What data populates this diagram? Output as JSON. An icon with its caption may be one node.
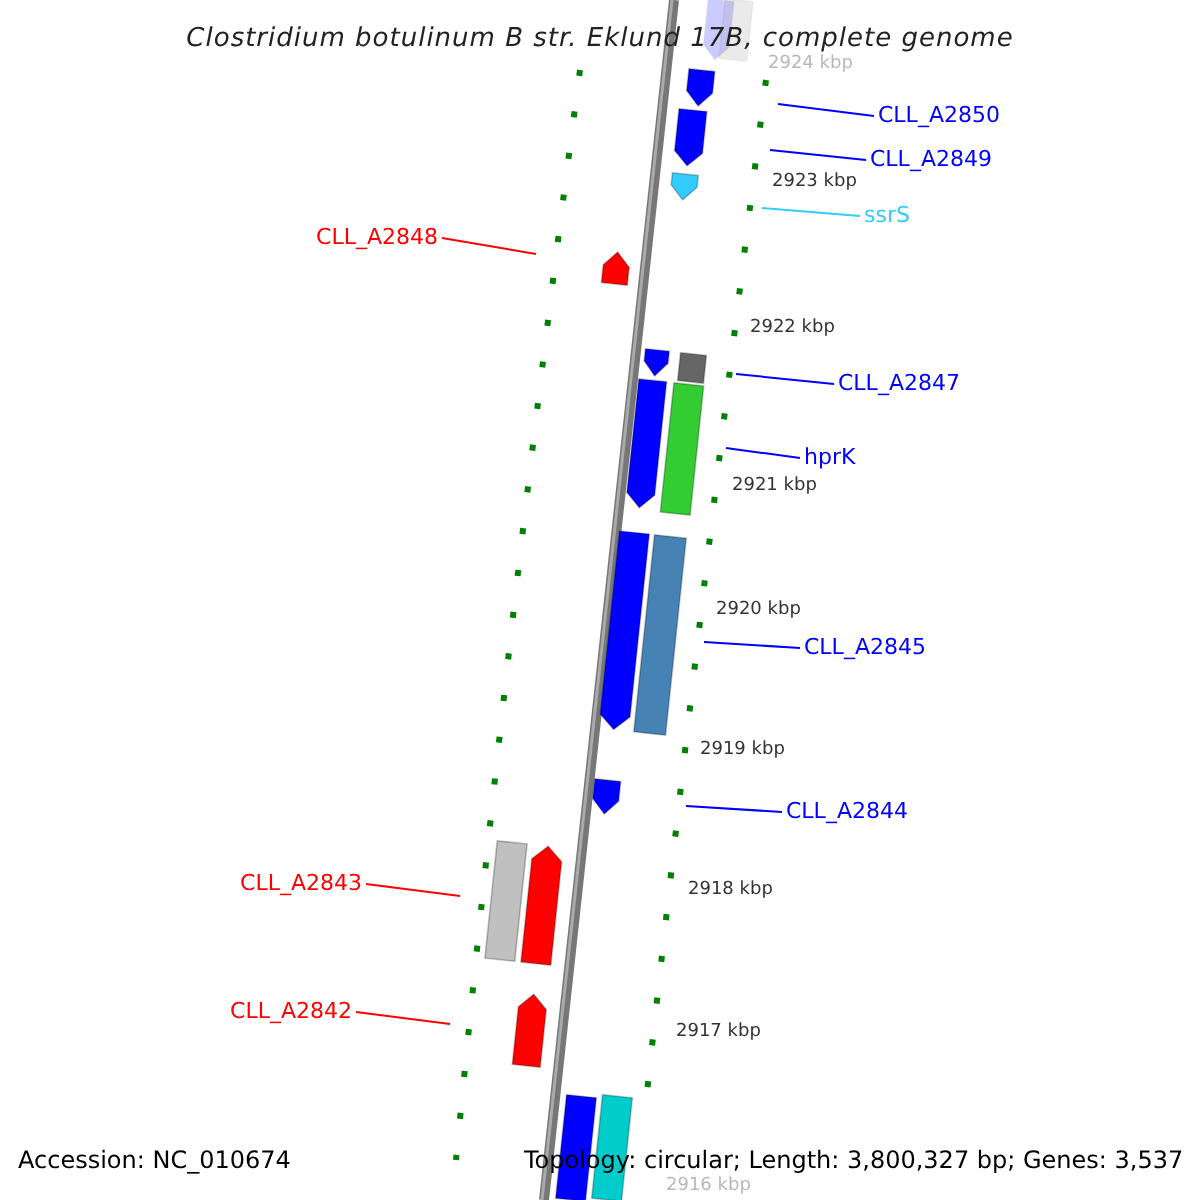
{
  "diagram": {
    "title": "Clostridium botulinum B str. Eklund 17B, complete genome",
    "nodes": [
      {
        "text": [
          "CLL_A2850"
        ]
      },
      {
        "text": [
          "CLL_A2849"
        ]
      },
      {
        "text": [
          "ssrS"
        ]
      },
      {
        "text": [
          "CLL_A2848"
        ]
      },
      {
        "text": [
          "CLL_A2847"
        ]
      },
      {
        "text": [
          "hprK"
        ]
      },
      {
        "text": [
          "CLL_A2845"
        ]
      },
      {
        "text": [
          "CLL_A2844"
        ]
      },
      {
        "text": [
          "CLL_A2843"
        ]
      },
      {
        "text": [
          "CLL_A2842"
        ]
      }
    ],
    "edges": [
      {
        "from": 0,
        "to": null,
        "arrow": "none"
      },
      {
        "from": 1,
        "to": null,
        "arrow": "none"
      },
      {
        "from": 2,
        "to": null,
        "arrow": "none",
        "color": "#33ccff"
      },
      {
        "from": 3,
        "to": null,
        "arrow": "none",
        "color": "#ff0000"
      },
      {
        "from": 4,
        "to": null,
        "arrow": "none"
      },
      {
        "from": 5,
        "to": null,
        "arrow": "none"
      },
      {
        "from": 6,
        "to": null,
        "arrow": "none"
      },
      {
        "from": 7,
        "to": null,
        "arrow": "none"
      },
      {
        "from": 8,
        "to": null,
        "arrow": "none",
        "color": "#ff0000"
      },
      {
        "from": 9,
        "to": null,
        "arrow": "none",
        "color": "#ff0000"
      }
    ],
    "labels": [
      "2924 kbp",
      "2923 kbp",
      "2922 kbp",
      "2921 kbp",
      "2920 kbp",
      "2919 kbp",
      "2918 kbp",
      "2917 kbp",
      "2916 kbp",
      "Accession: NC_010674",
      "Topology: circular; Length: 3,800,327 bp; Genes: 3,537"
    ]
  }
}
